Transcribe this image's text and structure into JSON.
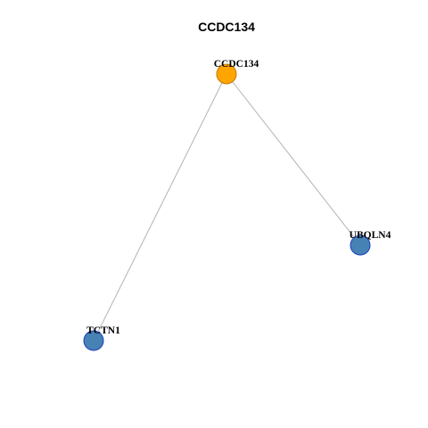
{
  "title": "CCDC134",
  "colors": {
    "center_fill": "#FFA500",
    "center_stroke": "#C07800",
    "neighbor_fill": "#4682B4",
    "neighbor_stroke": "#1F3FBF",
    "edge": "#B3B3B3"
  },
  "nodes": [
    {
      "id": "CCDC134",
      "label": "CCDC134",
      "role": "center"
    },
    {
      "id": "UBQLN4",
      "label": "UBQLN4",
      "role": "neighbor"
    },
    {
      "id": "TCTN1",
      "label": "TCTN1",
      "role": "neighbor"
    }
  ],
  "edges": [
    {
      "source": "CCDC134",
      "target": "UBQLN4"
    },
    {
      "source": "CCDC134",
      "target": "TCTN1"
    }
  ]
}
